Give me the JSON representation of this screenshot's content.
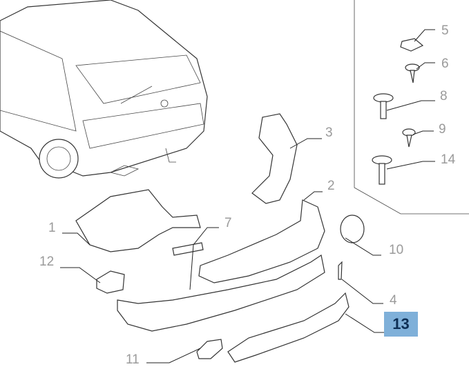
{
  "diagram": {
    "highlight_color": "#7fb0d9",
    "highlight_text_color": "#0d2f55",
    "label_color": "#9a9a9a",
    "callouts": {
      "c1": "1",
      "c2": "2",
      "c3": "3",
      "c4": "4",
      "c5": "5",
      "c6": "6",
      "c7": "7",
      "c8": "8",
      "c9": "9",
      "c10": "10",
      "c11": "11",
      "c12": "12",
      "c13": "13",
      "c14": "14"
    },
    "selected_callout": "13"
  }
}
